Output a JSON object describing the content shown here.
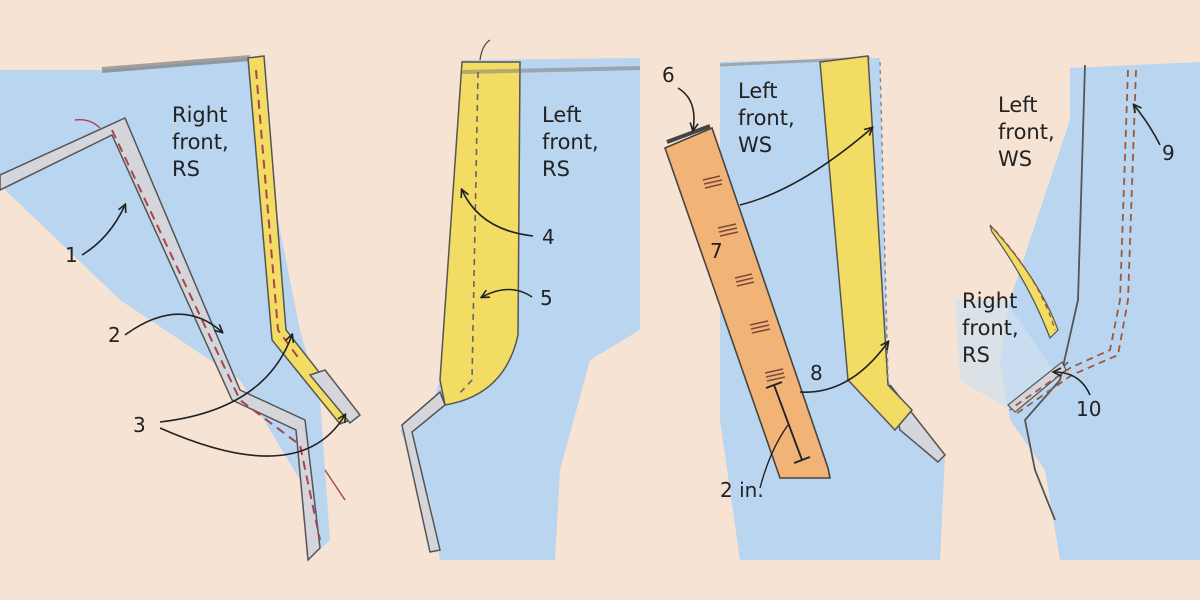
{
  "panels": [
    {
      "lines": [
        "Right",
        "front,",
        "RS"
      ]
    },
    {
      "lines": [
        "Left",
        "front,",
        "RS"
      ]
    },
    {
      "lines": [
        "Left",
        "front,",
        "WS"
      ]
    },
    {
      "lines": [
        "Left",
        "front,",
        "WS"
      ]
    },
    {
      "lines": [
        "Right",
        "front,",
        "RS"
      ]
    }
  ],
  "callouts": {
    "c1": "1",
    "c2": "2",
    "c3": "3",
    "c4": "4",
    "c5": "5",
    "c6": "6",
    "c7": "7",
    "c8": "8",
    "c9": "9",
    "c10": "10"
  },
  "measurement": "2 in.",
  "colors": {
    "background": "#f6e3d4",
    "fabric_blue": "#b9d5ef",
    "facing_yellow": "#f3dc63",
    "zipper_tape": "#f2b377",
    "seam_allowance_gray": "#d4d6dc",
    "stitching_red": "#a8444e",
    "stitching_brown": "#9b5a3c",
    "outline": "#444444"
  }
}
